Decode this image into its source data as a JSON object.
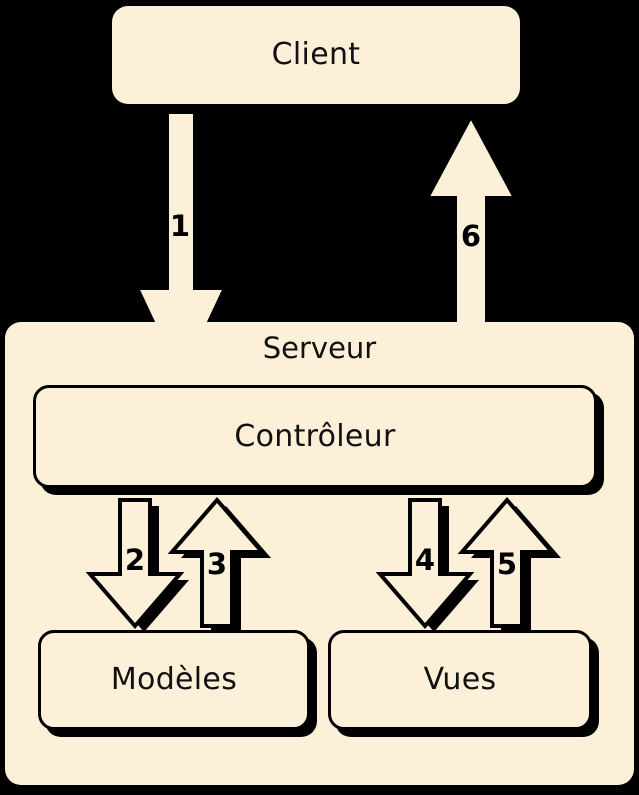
{
  "diagram": {
    "title": "Architecture MVC client-serveur",
    "background_color": "#000000",
    "node_fill_color": "#FDF0D9",
    "stroke_color": "#000000",
    "nodes": {
      "client": {
        "label": "Client"
      },
      "serveur": {
        "label": "Serveur"
      },
      "controleur": {
        "label": "Contrôleur"
      },
      "modeles": {
        "label": "Modèles"
      },
      "vues": {
        "label": "Vues"
      }
    },
    "arrows": [
      {
        "id": "client-to-controleur",
        "number": "1",
        "direction": "down",
        "from": "Client",
        "to": "Contrôleur"
      },
      {
        "id": "controleur-to-modeles",
        "number": "2",
        "direction": "down",
        "from": "Contrôleur",
        "to": "Modèles"
      },
      {
        "id": "modeles-to-controleur",
        "number": "3",
        "direction": "up",
        "from": "Modèles",
        "to": "Contrôleur"
      },
      {
        "id": "controleur-to-vues",
        "number": "4",
        "direction": "down",
        "from": "Contrôleur",
        "to": "Vues"
      },
      {
        "id": "vues-to-controleur",
        "number": "5",
        "direction": "up",
        "from": "Vues",
        "to": "Contrôleur"
      },
      {
        "id": "controleur-to-client",
        "number": "6",
        "direction": "up",
        "from": "Contrôleur",
        "to": "Client"
      }
    ]
  }
}
